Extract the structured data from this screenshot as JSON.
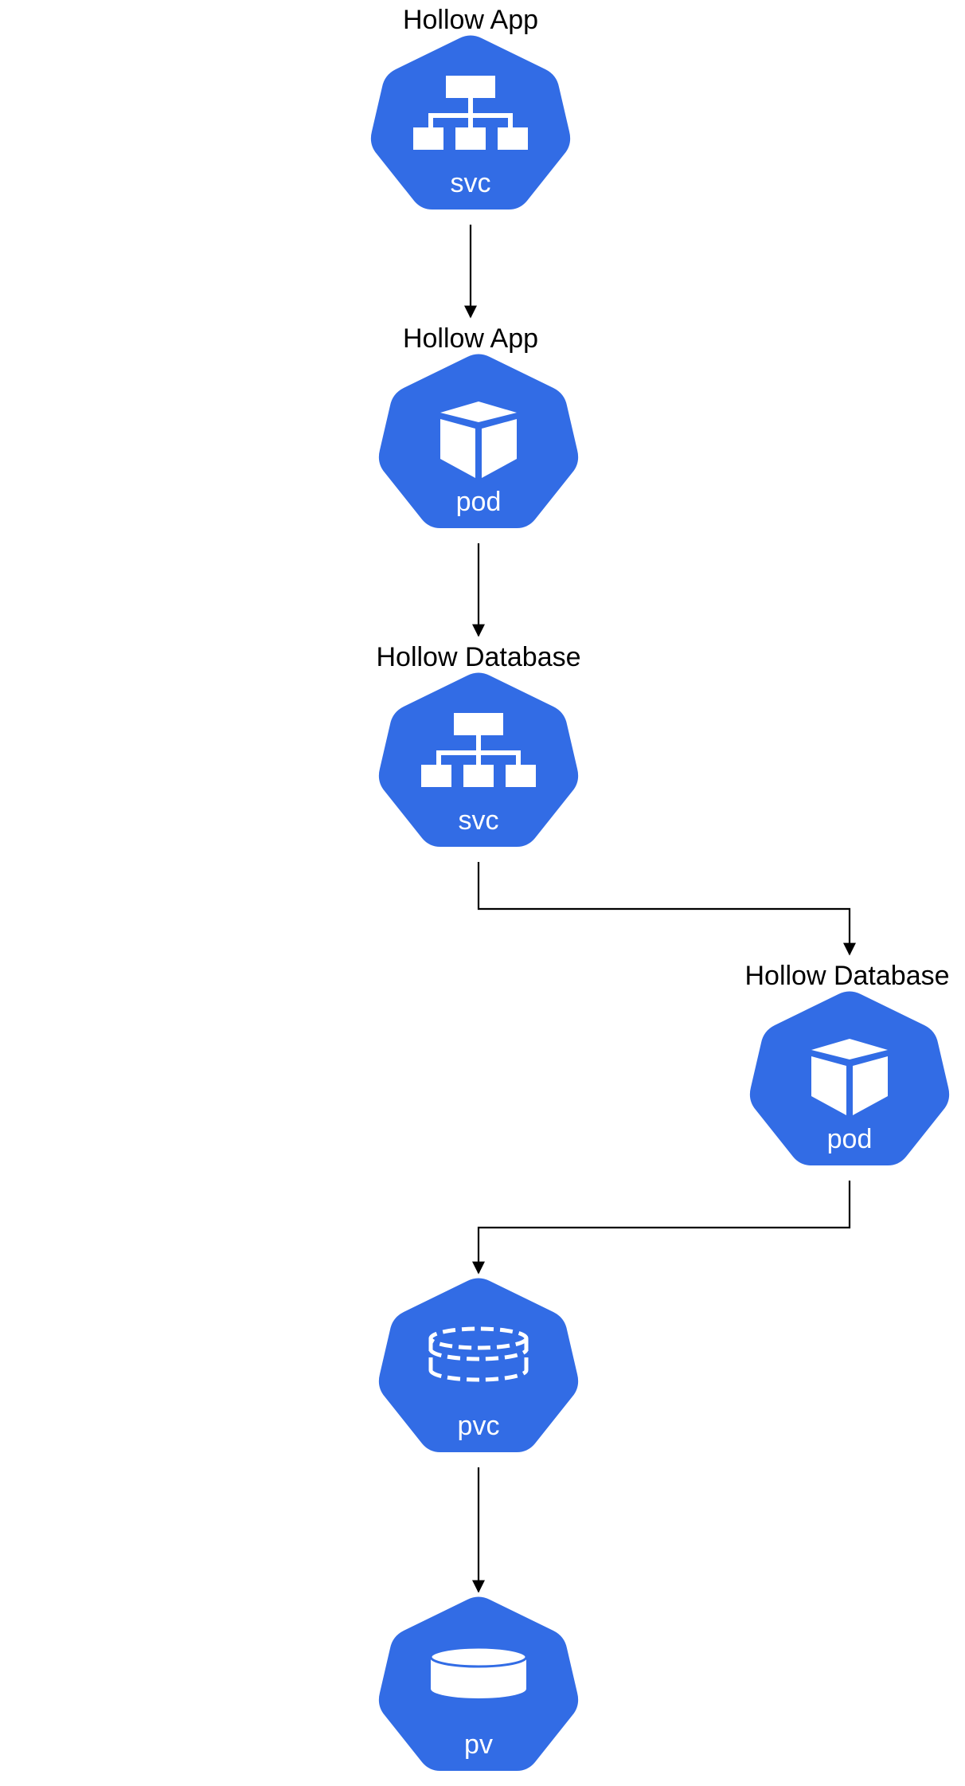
{
  "diagram": {
    "colors": {
      "node_fill": "#326CE5",
      "icon": "#ffffff",
      "edge": "#000000",
      "background": "#ffffff"
    },
    "nodes": [
      {
        "id": "app-svc",
        "caption": "Hollow App",
        "kind": "svc",
        "icon": "service-network-icon"
      },
      {
        "id": "app-pod",
        "caption": "Hollow App",
        "kind": "pod",
        "icon": "pod-cube-icon"
      },
      {
        "id": "db-svc",
        "caption": "Hollow Database",
        "kind": "svc",
        "icon": "service-network-icon"
      },
      {
        "id": "db-pod",
        "caption": "Hollow Database",
        "kind": "pod",
        "icon": "pod-cube-icon"
      },
      {
        "id": "pvc",
        "caption": "",
        "kind": "pvc",
        "icon": "volume-claim-icon"
      },
      {
        "id": "pv",
        "caption": "",
        "kind": "pv",
        "icon": "persistent-volume-icon"
      }
    ],
    "edges": [
      {
        "from": "app-svc",
        "to": "app-pod"
      },
      {
        "from": "app-pod",
        "to": "db-svc"
      },
      {
        "from": "db-svc",
        "to": "db-pod"
      },
      {
        "from": "db-pod",
        "to": "pvc"
      },
      {
        "from": "pvc",
        "to": "pv"
      }
    ]
  }
}
